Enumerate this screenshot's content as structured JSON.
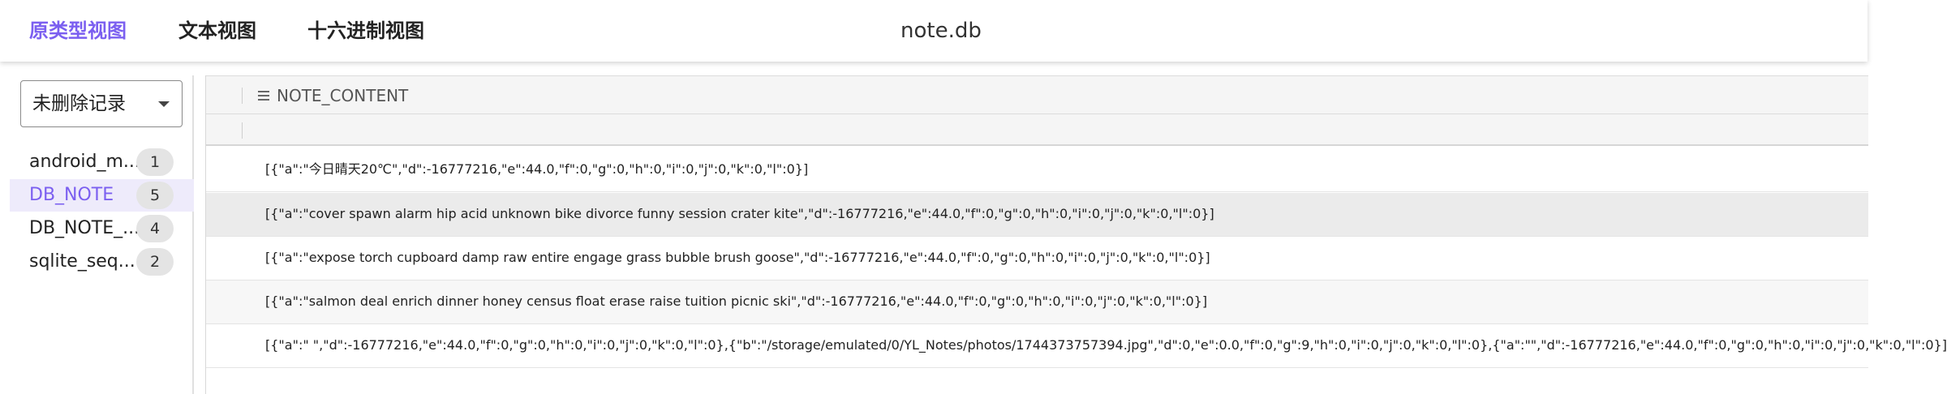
{
  "tabs": [
    {
      "label": "原类型视图",
      "active": true
    },
    {
      "label": "文本视图",
      "active": false
    },
    {
      "label": "十六进制视图",
      "active": false
    }
  ],
  "window": {
    "title": "note.db"
  },
  "sidebar": {
    "dropdown": {
      "value": "未删除记录",
      "icon": "caret-down-icon"
    },
    "items": [
      {
        "label": "android_m...",
        "count": "1"
      },
      {
        "label": "DB_NOTE",
        "count": "5"
      },
      {
        "label": "DB_NOTE_...",
        "count": "4"
      },
      {
        "label": "sqlite_seq...",
        "count": "2"
      }
    ]
  },
  "grid": {
    "column": {
      "icon": "menu-icon",
      "title": "NOTE_CONTENT"
    },
    "rows": [
      "[{\"a\":\"今日晴天20℃\",\"d\":-16777216,\"e\":44.0,\"f\":0,\"g\":0,\"h\":0,\"i\":0,\"j\":0,\"k\":0,\"l\":0}]",
      "[{\"a\":\"cover spawn alarm hip acid unknown bike divorce funny session crater kite\",\"d\":-16777216,\"e\":44.0,\"f\":0,\"g\":0,\"h\":0,\"i\":0,\"j\":0,\"k\":0,\"l\":0}]",
      "[{\"a\":\"expose torch cupboard damp raw entire engage grass bubble brush goose\",\"d\":-16777216,\"e\":44.0,\"f\":0,\"g\":0,\"h\":0,\"i\":0,\"j\":0,\"k\":0,\"l\":0}]",
      "[{\"a\":\"salmon deal enrich dinner honey census float erase raise tuition picnic ski\",\"d\":-16777216,\"e\":44.0,\"f\":0,\"g\":0,\"h\":0,\"i\":0,\"j\":0,\"k\":0,\"l\":0}]",
      "[{\"a\":\" \",\"d\":-16777216,\"e\":44.0,\"f\":0,\"g\":0,\"h\":0,\"i\":0,\"j\":0,\"k\":0,\"l\":0},{\"b\":\"/storage/emulated/0/YL_Notes/photos/1744373757394.jpg\",\"d\":0,\"e\":0.0,\"f\":0,\"g\":9,\"h\":0,\"i\":0,\"j\":0,\"k\":0,\"l\":0},{\"a\":\"\",\"d\":-16777216,\"e\":44.0,\"f\":0,\"g\":0,\"h\":0,\"i\":0,\"j\":0,\"k\":0,\"l\":0}]"
    ]
  },
  "colors": {
    "accent": "#7b5ff0",
    "active_bg": "#eeebfb",
    "selected_row": "#ebebeb"
  }
}
